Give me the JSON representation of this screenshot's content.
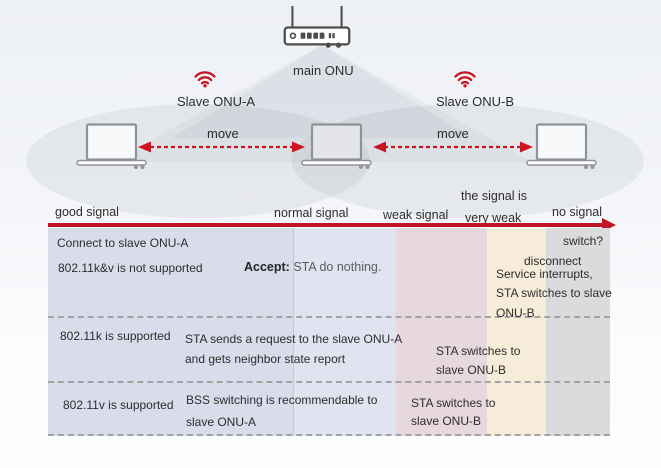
{
  "colors": {
    "accent_red": "#c01522",
    "col_good": "#d9dcea",
    "col_normal": "#dfe4f0",
    "col_weak": "#e7d8e0",
    "col_very_weak": "#f7ecd9",
    "col_no_signal": "#d9dbdd"
  },
  "topology": {
    "main_onu": "main ONU",
    "slave_a": "Slave ONU-A",
    "slave_b": "Slave ONU-B",
    "move_left": "move",
    "move_right": "move"
  },
  "axis": {
    "good": "good signal",
    "normal": "normal signal",
    "weak": "weak signal",
    "very_weak_line1": "the signal is",
    "very_weak_line2": "very weak",
    "none": "no signal"
  },
  "table": {
    "row1": {
      "state": "Connect to slave ONU-A",
      "condition": "802.11k&v is not supported",
      "accept_prefix": "Accept:",
      "accept_rest": " STA do nothing.",
      "switch_question": "switch?",
      "disconnect": "disconnect",
      "service": "Service interrupts,",
      "switch_line1": "STA switches to slave",
      "switch_line2": "ONU-B"
    },
    "row2": {
      "condition": "802.11k is supported",
      "action_line1": "STA sends a request to the slave ONU-A",
      "action_line2": "and gets neighbor state report",
      "switch_line1": "STA switches to",
      "switch_line2": "slave ONU-B"
    },
    "row3": {
      "condition": "802.11v is supported",
      "action_line1": "BSS switching is recommendable to",
      "action_line2": "slave ONU-A",
      "switch_line1": "STA switches to",
      "switch_line2": "slave ONU-B"
    }
  }
}
